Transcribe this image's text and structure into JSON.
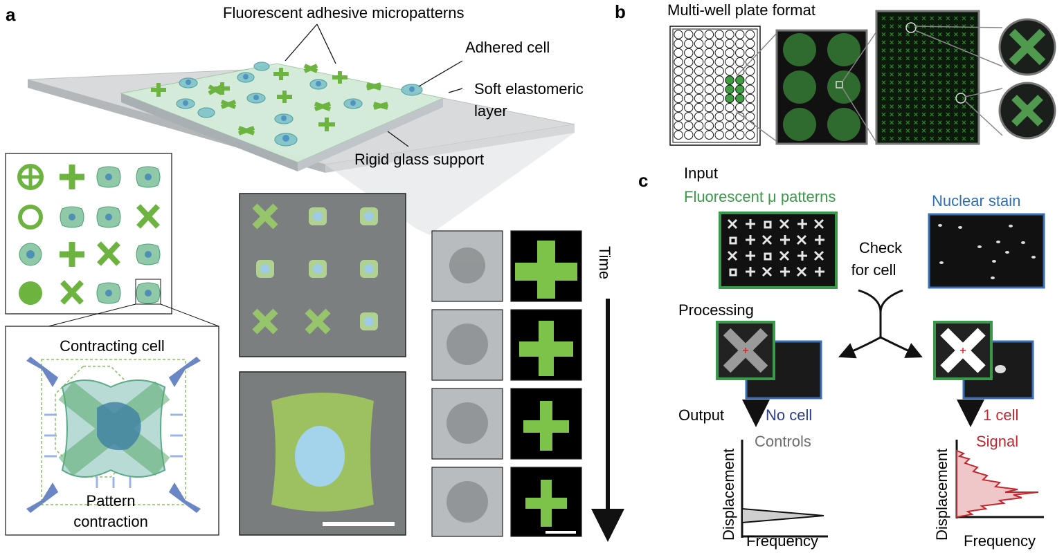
{
  "panels": {
    "a": {
      "letter": "a",
      "micropatterns_label": "Fluorescent adhesive micropatterns",
      "adhered_cell_label": "Adhered cell",
      "soft_layer_label_1": "Soft elastomeric",
      "soft_layer_label_2": "layer",
      "glass_label": "Rigid glass support",
      "contracting_cell_label": "Contracting cell",
      "pattern_contraction_1": "Pattern",
      "pattern_contraction_2": "contraction",
      "time_label": "Time"
    },
    "b": {
      "letter": "b",
      "plate_label": "Multi-well plate format"
    },
    "c": {
      "letter": "c",
      "input_label": "Input",
      "fluorescent_label": "Fluorescent μ patterns",
      "nuclear_label": "Nuclear stain",
      "check_label_1": "Check",
      "check_label_2": "for cell",
      "processing_label": "Processing",
      "output_label": "Output",
      "no_cell_label": "No cell",
      "one_cell_label": "1 cell",
      "controls_label": "Controls",
      "signal_label": "Signal",
      "y_axis_label": "Displacement",
      "x_axis_label": "Frequency"
    }
  },
  "colors": {
    "pattern_green": "#6cb33f",
    "frame_green": "#3a9a4a",
    "frame_blue": "#3a6fb5",
    "nuclear_blue": "#2c6fb3",
    "no_cell_blue": "#2b3d8f",
    "signal_red": "#c0282f",
    "arrow_blue": "#6a86c4"
  }
}
